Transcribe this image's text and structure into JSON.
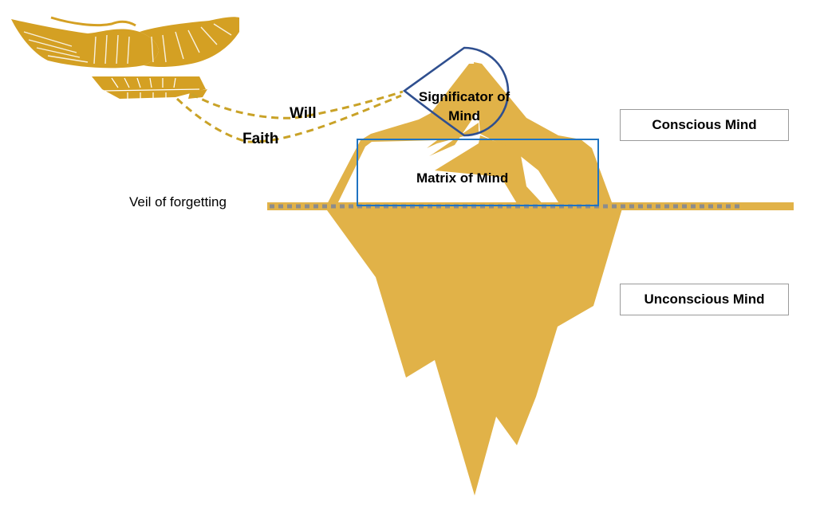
{
  "diagram": {
    "title": "Iceberg model of mind",
    "labels": {
      "will": "Will",
      "faith": "Faith",
      "significator": "Significator of",
      "significator_line2": "Mind",
      "matrix": "Matrix of Mind",
      "veil": "Veil of forgetting",
      "conscious": "Conscious Mind",
      "unconscious": "Unconscious Mind"
    },
    "icons": {
      "winged_figure": "winged-sun-icon"
    },
    "colors": {
      "iceberg": "#E1B248",
      "wings": "#D4A023",
      "teardrop_outline": "#2F4F8F",
      "matrix_outline": "#1F73C2",
      "veil_dots": "#8C8C8C",
      "dashed_lines": "#C9A227",
      "label_border": "#9A9A9A"
    }
  }
}
